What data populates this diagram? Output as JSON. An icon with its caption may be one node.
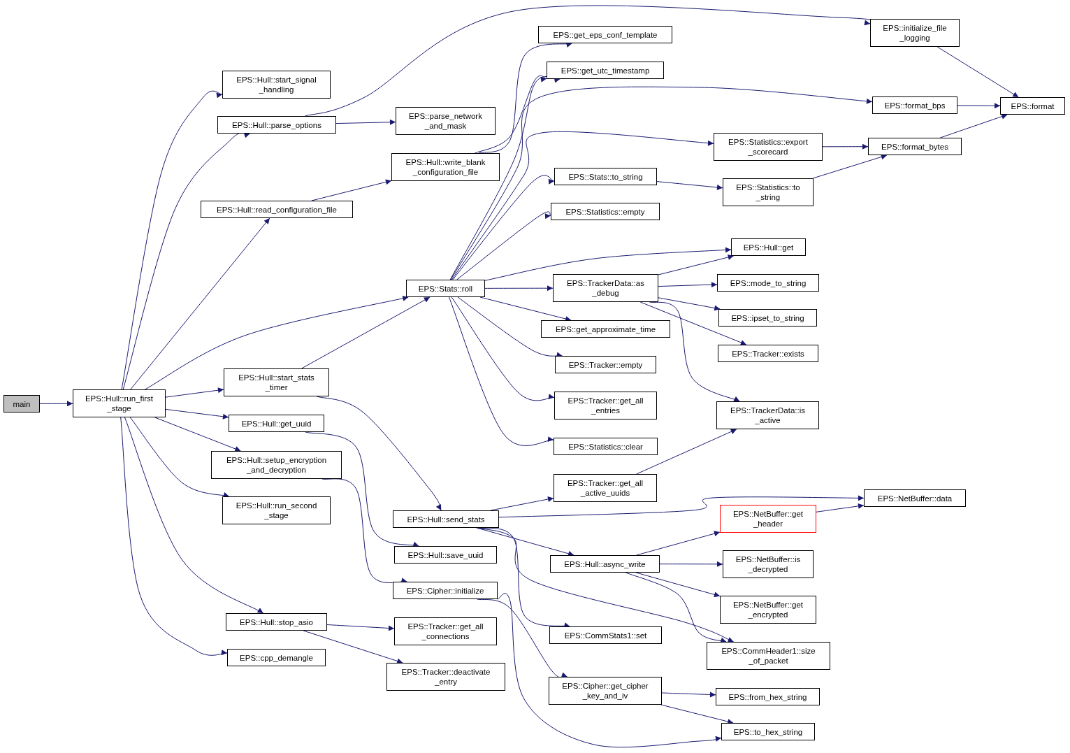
{
  "diagram": {
    "nodes": [
      {
        "text": [
          "main"
        ]
      },
      {
        "text": [
          "EPS::Hull::run_first _stage"
        ]
      },
      {
        "text": [
          "EPS::Hull::start_signal _handling"
        ]
      },
      {
        "text": [
          "EPS::Hull::parse_options"
        ]
      },
      {
        "text": [
          "EPS::parse_network _and_mask"
        ]
      },
      {
        "text": [
          "EPS::initialize_file _logging"
        ]
      },
      {
        "text": [
          "EPS::format"
        ]
      },
      {
        "text": [
          "EPS::Hull::read_configuration_file"
        ]
      },
      {
        "text": [
          "EPS::Hull::write_blank _configuration_file"
        ]
      },
      {
        "text": [
          "EPS::get_eps_conf_template"
        ]
      },
      {
        "text": [
          "EPS::get_utc_timestamp"
        ]
      },
      {
        "text": [
          "EPS::Stats::roll"
        ]
      },
      {
        "text": [
          "EPS::format_bps"
        ]
      },
      {
        "text": [
          "EPS::Statistics::export _scorecard"
        ]
      },
      {
        "text": [
          "EPS::format_bytes"
        ]
      },
      {
        "text": [
          "EPS::Stats::to_string"
        ]
      },
      {
        "text": [
          "EPS::Statistics::to _string"
        ]
      },
      {
        "text": [
          "EPS::Statistics::empty"
        ]
      },
      {
        "text": [
          "EPS::Hull::get"
        ]
      },
      {
        "text": [
          "EPS::TrackerData::as _debug"
        ]
      },
      {
        "text": [
          "EPS::mode_to_string"
        ]
      },
      {
        "text": [
          "EPS::get_approximate_time"
        ]
      },
      {
        "text": [
          "EPS::ipset_to_string"
        ]
      },
      {
        "text": [
          "EPS::Tracker::exists"
        ]
      },
      {
        "text": [
          "EPS::Tracker::empty"
        ]
      },
      {
        "text": [
          "EPS::Hull::start_stats _timer"
        ]
      },
      {
        "text": [
          "EPS::Tracker::get_all _entries"
        ]
      },
      {
        "text": [
          "EPS::TrackerData::is _active"
        ]
      },
      {
        "text": [
          "EPS::Statistics::clear"
        ]
      },
      {
        "text": [
          "EPS::Hull::get_uuid"
        ]
      },
      {
        "text": [
          "EPS::Hull::setup_encryption _and_decryption"
        ]
      },
      {
        "text": [
          "EPS::Tracker::get_all _active_uuids"
        ]
      },
      {
        "text": [
          "EPS::NetBuffer::data"
        ]
      },
      {
        "text": [
          "EPS::Hull::run_second _stage"
        ]
      },
      {
        "text": [
          "EPS::NetBuffer::get _header"
        ]
      },
      {
        "text": [
          "EPS::Hull::send_stats"
        ]
      },
      {
        "text": [
          "EPS::Hull::save_uuid"
        ]
      },
      {
        "text": [
          "EPS::Hull::async_write"
        ]
      },
      {
        "text": [
          "EPS::NetBuffer::is _decrypted"
        ]
      },
      {
        "text": [
          "EPS::Cipher::initialize"
        ]
      },
      {
        "text": [
          "EPS::NetBuffer::get _encrypted"
        ]
      },
      {
        "text": [
          "EPS::Hull::stop_asio"
        ]
      },
      {
        "text": [
          "EPS::Tracker::get_all _connections"
        ]
      },
      {
        "text": [
          "EPS::CommStats1::set"
        ]
      },
      {
        "text": [
          "EPS::CommHeader1::size _of_packet"
        ]
      },
      {
        "text": [
          "EPS::cpp_demangle"
        ]
      },
      {
        "text": [
          "EPS::Tracker::deactivate _entry"
        ]
      },
      {
        "text": [
          "EPS::Cipher::get_cipher _key_and_iv"
        ]
      },
      {
        "text": [
          "EPS::from_hex_string"
        ]
      },
      {
        "text": [
          "EPS::to_hex_string"
        ]
      }
    ],
    "edges": [
      {
        "from": 0,
        "to": 1,
        "arrow": "to"
      },
      {
        "from": 1,
        "to": 2,
        "arrow": "to"
      },
      {
        "from": 1,
        "to": 3,
        "arrow": "to"
      },
      {
        "from": 1,
        "to": 7,
        "arrow": "to"
      },
      {
        "from": 1,
        "to": 11,
        "arrow": "to"
      },
      {
        "from": 1,
        "to": 25,
        "arrow": "to"
      },
      {
        "from": 1,
        "to": 29,
        "arrow": "to"
      },
      {
        "from": 1,
        "to": 30,
        "arrow": "to"
      },
      {
        "from": 1,
        "to": 33,
        "arrow": "to"
      },
      {
        "from": 1,
        "to": 41,
        "arrow": "to"
      },
      {
        "from": 1,
        "to": 45,
        "arrow": "to"
      },
      {
        "from": 3,
        "to": 5,
        "arrow": "to"
      },
      {
        "from": 3,
        "to": 4,
        "arrow": "to"
      },
      {
        "from": 5,
        "to": 6,
        "arrow": "to"
      },
      {
        "from": 7,
        "to": 8,
        "arrow": "to"
      },
      {
        "from": 8,
        "to": 9,
        "arrow": "to"
      },
      {
        "from": 8,
        "to": 10,
        "arrow": "to"
      },
      {
        "from": 11,
        "to": 10,
        "arrow": "to"
      },
      {
        "from": 11,
        "to": 12,
        "arrow": "to"
      },
      {
        "from": 11,
        "to": 13,
        "arrow": "to"
      },
      {
        "from": 11,
        "to": 15,
        "arrow": "to"
      },
      {
        "from": 11,
        "to": 17,
        "arrow": "to"
      },
      {
        "from": 11,
        "to": 18,
        "arrow": "to"
      },
      {
        "from": 11,
        "to": 19,
        "arrow": "to"
      },
      {
        "from": 11,
        "to": 21,
        "arrow": "to"
      },
      {
        "from": 11,
        "to": 24,
        "arrow": "to"
      },
      {
        "from": 11,
        "to": 26,
        "arrow": "to"
      },
      {
        "from": 11,
        "to": 28,
        "arrow": "to"
      },
      {
        "from": 12,
        "to": 6,
        "arrow": "to"
      },
      {
        "from": 13,
        "to": 14,
        "arrow": "to"
      },
      {
        "from": 14,
        "to": 6,
        "arrow": "to"
      },
      {
        "from": 15,
        "to": 16,
        "arrow": "to"
      },
      {
        "from": 16,
        "to": 14,
        "arrow": "to"
      },
      {
        "from": 19,
        "to": 18,
        "arrow": "to"
      },
      {
        "from": 19,
        "to": 20,
        "arrow": "to"
      },
      {
        "from": 19,
        "to": 22,
        "arrow": "to"
      },
      {
        "from": 19,
        "to": 23,
        "arrow": "to"
      },
      {
        "from": 19,
        "to": 27,
        "arrow": "to"
      },
      {
        "from": 25,
        "to": 11,
        "arrow": "to"
      },
      {
        "from": 25,
        "to": 35,
        "arrow": "to"
      },
      {
        "from": 29,
        "to": 36,
        "arrow": "to"
      },
      {
        "from": 30,
        "to": 39,
        "arrow": "to"
      },
      {
        "from": 35,
        "to": 31,
        "arrow": "to"
      },
      {
        "from": 35,
        "to": 32,
        "arrow": "to"
      },
      {
        "from": 35,
        "to": 37,
        "arrow": "to"
      },
      {
        "from": 35,
        "to": 43,
        "arrow": "to"
      },
      {
        "from": 35,
        "to": 44,
        "arrow": "to"
      },
      {
        "from": 31,
        "to": 27,
        "arrow": "to"
      },
      {
        "from": 34,
        "to": 32,
        "arrow": "to"
      },
      {
        "from": 37,
        "to": 34,
        "arrow": "to"
      },
      {
        "from": 37,
        "to": 38,
        "arrow": "to"
      },
      {
        "from": 37,
        "to": 40,
        "arrow": "to"
      },
      {
        "from": 37,
        "to": 44,
        "arrow": "to"
      },
      {
        "from": 39,
        "to": 47,
        "arrow": "to"
      },
      {
        "from": 39,
        "to": 49,
        "arrow": "to"
      },
      {
        "from": 47,
        "to": 48,
        "arrow": "to"
      },
      {
        "from": 47,
        "to": 49,
        "arrow": "to"
      },
      {
        "from": 41,
        "to": 42,
        "arrow": "to"
      },
      {
        "from": 41,
        "to": 46,
        "arrow": "to"
      }
    ]
  }
}
